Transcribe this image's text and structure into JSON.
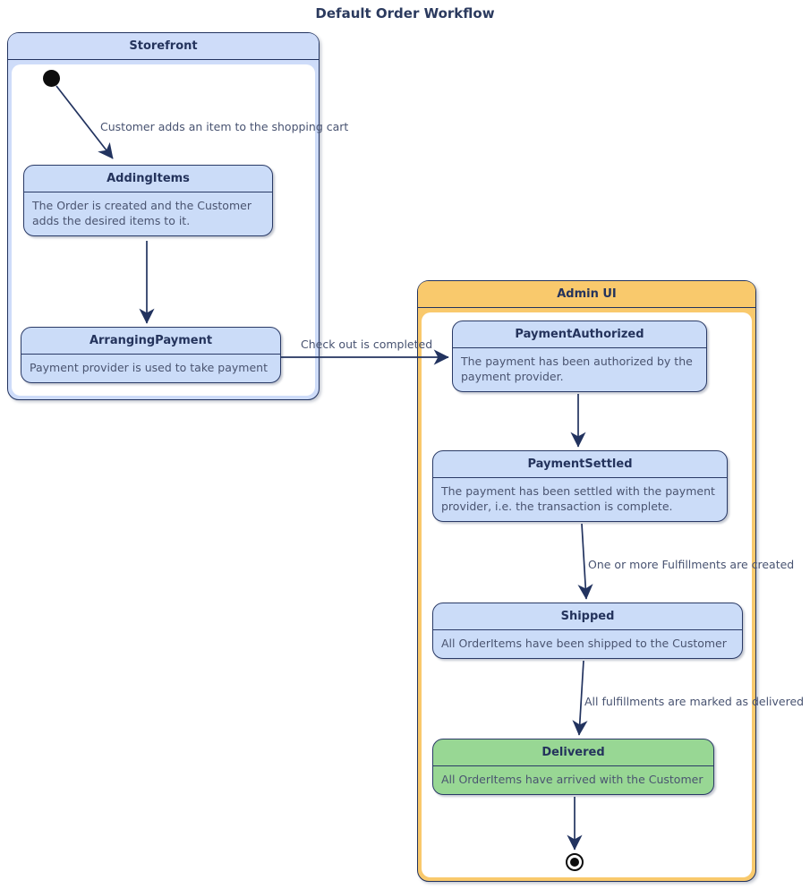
{
  "title": "Default Order Workflow",
  "colors": {
    "outline_navy": "#22335f",
    "state_fill": "#cbdcf8",
    "storefront_header_fill": "#cedcf9",
    "admin_header_fill": "#f9c96c",
    "delivered_state_fill": "#98d794",
    "container_inner_fill": "#ffffff",
    "state_title_text": "#24335c",
    "description_text": "#4a5470",
    "transition_label_text": "#485371",
    "initial_final_marker": "#0d0d0d"
  },
  "containers": {
    "storefront": {
      "label": "Storefront"
    },
    "admin_ui": {
      "label": "Admin UI"
    }
  },
  "states": {
    "adding_items": {
      "name": "AddingItems",
      "description": "The Order is created and the Customer adds the desired items to it."
    },
    "arranging_payment": {
      "name": "ArrangingPayment",
      "description": "Payment provider is used to take payment"
    },
    "payment_authorized": {
      "name": "PaymentAuthorized",
      "description": "The payment has been authorized by the payment provider."
    },
    "payment_settled": {
      "name": "PaymentSettled",
      "description": "The payment has been settled with the payment provider, i.e. the transaction is complete."
    },
    "shipped": {
      "name": "Shipped",
      "description": "All OrderItems have been shipped to the Customer"
    },
    "delivered": {
      "name": "Delivered",
      "description": "All OrderItems have arrived with the Customer"
    }
  },
  "transitions": {
    "initial_to_adding_items": {
      "from": "initial",
      "to": "AddingItems",
      "label": "Customer adds an item to the shopping cart"
    },
    "adding_items_to_arranging_payment": {
      "from": "AddingItems",
      "to": "ArrangingPayment",
      "label": ""
    },
    "arranging_payment_to_payment_authorized": {
      "from": "ArrangingPayment",
      "to": "PaymentAuthorized",
      "label": "Check out is completed"
    },
    "payment_authorized_to_payment_settled": {
      "from": "PaymentAuthorized",
      "to": "PaymentSettled",
      "label": ""
    },
    "payment_settled_to_shipped": {
      "from": "PaymentSettled",
      "to": "Shipped",
      "label": "One or more Fulfillments are created"
    },
    "shipped_to_delivered": {
      "from": "Shipped",
      "to": "Delivered",
      "label": "All fulfillments are marked as delivered"
    },
    "delivered_to_final": {
      "from": "Delivered",
      "to": "final",
      "label": ""
    }
  }
}
